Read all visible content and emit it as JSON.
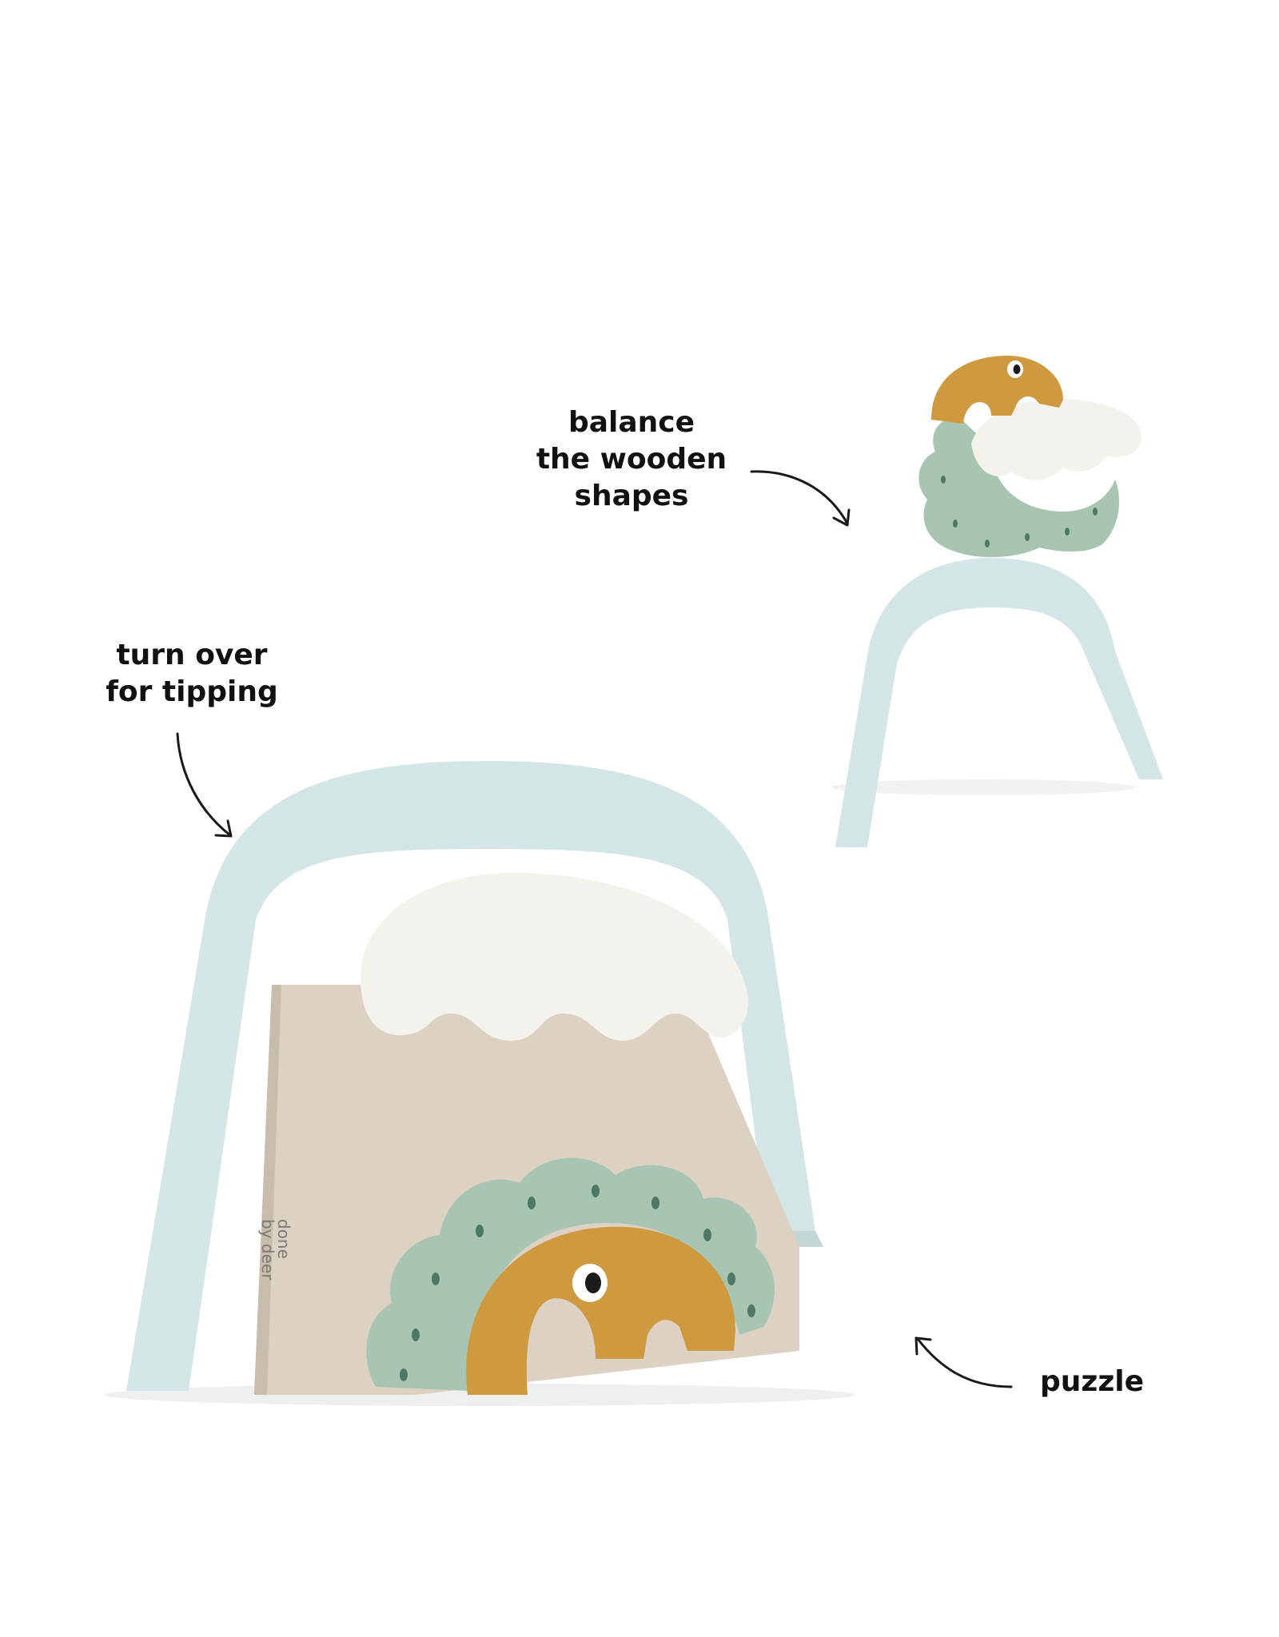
{
  "labels": {
    "balance": [
      "balance",
      "the wooden",
      "shapes"
    ],
    "turn_over": [
      "turn over",
      "for tipping"
    ],
    "puzzle": "puzzle",
    "brand": [
      "done",
      "by deer"
    ]
  },
  "colors": {
    "background": "#ffffff",
    "arch": "#d3e5e5",
    "mountain": "#dcd1c2",
    "snow": "#f4f2ec",
    "bush": "#a7c5b2",
    "bush_dots": "#4d7866",
    "bird": "#cf9a3f",
    "text": "#111111"
  },
  "icons": [
    "arrow-icon",
    "arrow-icon",
    "arrow-icon"
  ]
}
